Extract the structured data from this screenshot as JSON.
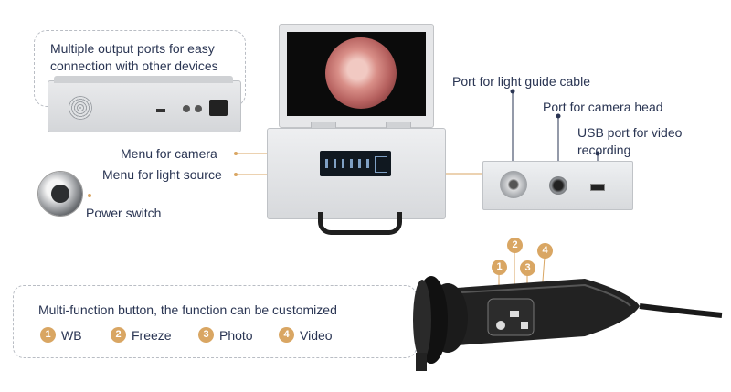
{
  "callouts": {
    "output_ports": "Multiple output ports for easy connection with other devices",
    "menu_camera": "Menu for camera",
    "menu_light": "Menu for light source",
    "power_switch": "Power switch",
    "light_guide": "Port for light guide cable",
    "camera_head": "Port for camera head",
    "usb_port": "USB port for video recording",
    "multi_function": "Multi-function button, the function can be customized"
  },
  "legend": [
    {
      "num": "1",
      "label": "WB"
    },
    {
      "num": "2",
      "label": "Freeze"
    },
    {
      "num": "3",
      "label": "Photo"
    },
    {
      "num": "4",
      "label": "Video"
    }
  ],
  "colors": {
    "accent": "#d9a663",
    "text": "#2a3553",
    "dash": "#b9bdc4"
  }
}
